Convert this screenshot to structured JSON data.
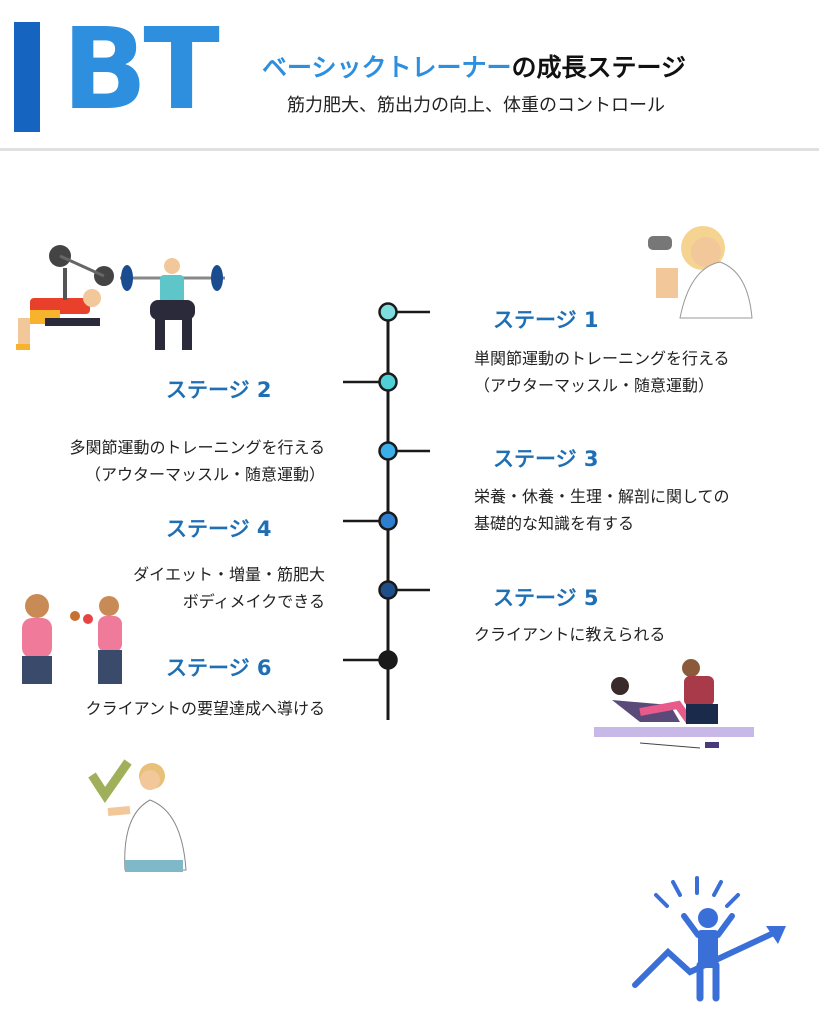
{
  "header": {
    "logo": "BT",
    "title_accent": "ベーシックトレーナー",
    "title_rest": "の成長ステージ",
    "subtitle": "筋力肥大、筋出力の向上、体重のコントロール"
  },
  "stages": [
    {
      "label": "ステージ 1",
      "lines": [
        "単関節運動のトレーニングを行える",
        "（アウターマッスル・随意運動）"
      ],
      "color": "#7fdde0"
    },
    {
      "label": "ステージ 2",
      "lines": [
        "多関節運動のトレーニングを行える",
        "（アウターマッスル・随意運動）"
      ],
      "color": "#4fd0d6"
    },
    {
      "label": "ステージ 3",
      "lines": [
        "栄養・休養・生理・解剖に関しての",
        "基礎的な知識を有する"
      ],
      "color": "#3bb0e8"
    },
    {
      "label": "ステージ 4",
      "lines": [
        "ダイエット・増量・筋肥大",
        "ボディメイクできる"
      ],
      "color": "#2f7fd0"
    },
    {
      "label": "ステージ 5",
      "lines": [
        "クライアントに教えられる"
      ],
      "color": "#1f4f8a"
    },
    {
      "label": "ステージ 6",
      "lines": [
        "クライアントの要望達成へ導ける"
      ],
      "color": "#1a1a1a"
    }
  ],
  "colors": {
    "accent": "#2e8fde",
    "stage_label": "#1f6fb5",
    "logo_bar": "#1565c0"
  },
  "icons": [
    "bench-press-illustration",
    "squat-illustration",
    "dumbbell-curl-illustration",
    "diet-women-illustration",
    "trainer-situp-illustration",
    "checkmark-woman-illustration",
    "growth-arrow-icon"
  ]
}
